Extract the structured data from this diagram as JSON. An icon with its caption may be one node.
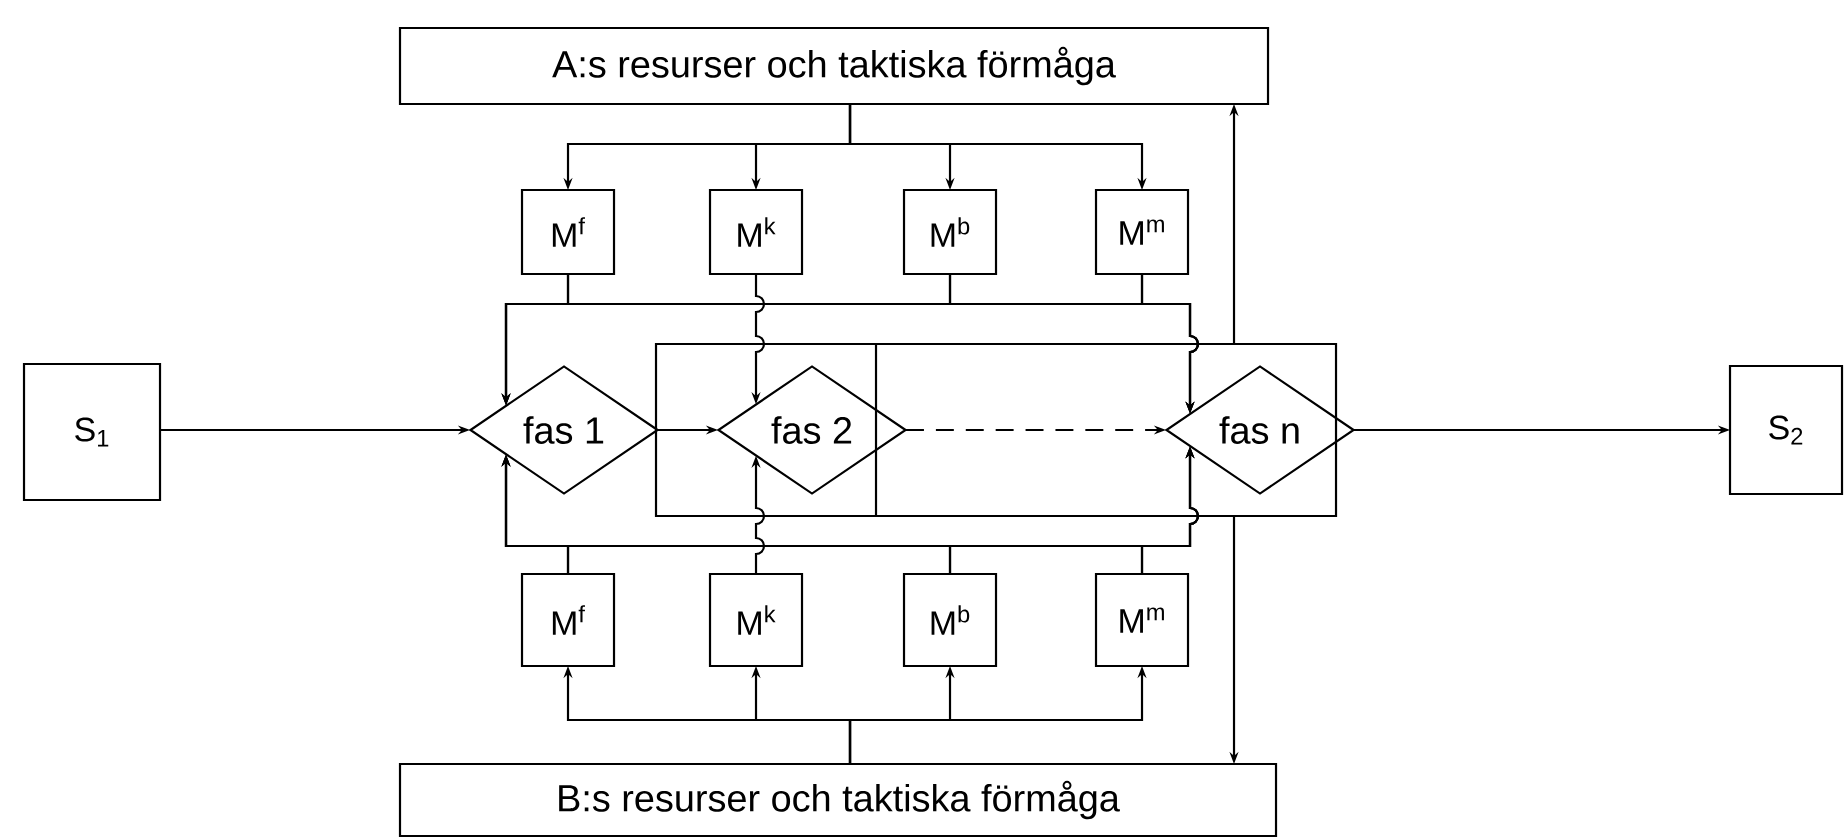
{
  "diagram": {
    "nodes": [
      {
        "text": [
          "A:s resurser och taktiska förmåga"
        ]
      },
      {
        "text": [
          "M$^{f}$"
        ]
      },
      {
        "text": [
          "M$^{k}$"
        ]
      },
      {
        "text": [
          "M$^{b}$"
        ]
      },
      {
        "text": [
          "M$^{m}$"
        ]
      },
      {
        "text": [
          "S$_{1}$"
        ]
      },
      {
        "text": [
          "fas 1"
        ]
      },
      {
        "text": [],
        "shape": "box"
      },
      {
        "text": [
          "fas 2"
        ],
        "in": 7
      },
      {
        "text": [
          "fas n"
        ]
      },
      {
        "text": [
          "S$_{2}$"
        ]
      },
      {
        "text": [
          "M$^{f}$"
        ]
      },
      {
        "text": [
          "M$^{k}$"
        ]
      },
      {
        "text": [
          "M$^{b}$"
        ]
      },
      {
        "text": [
          "M$^{m}$"
        ]
      },
      {
        "text": [
          "B:s resurser och taktiska förmåga"
        ]
      }
    ],
    "edges": [
      {
        "from": 0,
        "to": 1,
        "arrow": "to"
      },
      {
        "from": 0,
        "to": 2,
        "arrow": "to"
      },
      {
        "from": 0,
        "to": 3,
        "arrow": "to"
      },
      {
        "from": 0,
        "to": 4,
        "arrow": "to"
      },
      {
        "from": 1,
        "to": 6,
        "arrow": "to"
      },
      {
        "from": 3,
        "to": 6,
        "arrow": "to"
      },
      {
        "from": 4,
        "to": 6,
        "arrow": "to"
      },
      {
        "from": 1,
        "to": 9,
        "arrow": "to"
      },
      {
        "from": 3,
        "to": 9,
        "arrow": "to"
      },
      {
        "from": 4,
        "to": 9,
        "arrow": "to"
      },
      {
        "from": 2,
        "to": 8,
        "arrow": "to"
      },
      {
        "from": 5,
        "to": 6,
        "arrow": "to"
      },
      {
        "from": 6,
        "to": 8,
        "arrow": "to"
      },
      {
        "from": 8,
        "to": 9,
        "arrow": "to",
        "style": "dashed"
      },
      {
        "from": 9,
        "to": 10,
        "arrow": "to"
      },
      {
        "from": 15,
        "to": 11,
        "arrow": "to"
      },
      {
        "from": 15,
        "to": 12,
        "arrow": "to"
      },
      {
        "from": 15,
        "to": 13,
        "arrow": "to"
      },
      {
        "from": 15,
        "to": 14,
        "arrow": "to"
      },
      {
        "from": 11,
        "to": 6,
        "arrow": "to"
      },
      {
        "from": 13,
        "to": 6,
        "arrow": "to"
      },
      {
        "from": 14,
        "to": 6,
        "arrow": "to"
      },
      {
        "from": 11,
        "to": 9,
        "arrow": "to"
      },
      {
        "from": 13,
        "to": 9,
        "arrow": "to"
      },
      {
        "from": 14,
        "to": 9,
        "arrow": "to"
      },
      {
        "from": 12,
        "to": 8,
        "arrow": "to"
      },
      {
        "from": 7,
        "to": 0,
        "arrow": "to"
      },
      {
        "from": 7,
        "to": 15,
        "arrow": "to"
      }
    ]
  }
}
